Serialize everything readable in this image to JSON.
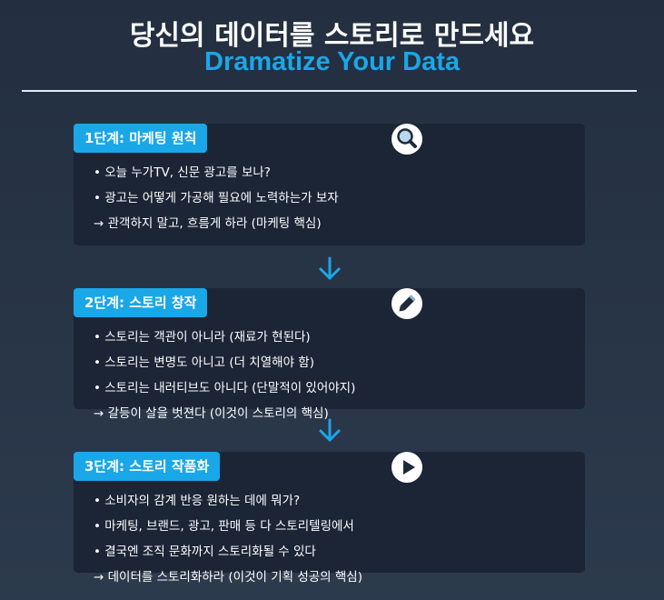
{
  "header": {
    "title_ko": "당신의 데이터를 스토리로 만드세요",
    "title_en": "Dramatize Your Data"
  },
  "steps": [
    {
      "badge": "1단계: 마케팅 원칙",
      "icon": "magnifier-icon",
      "lines": [
        "• 오늘 누가TV, 신문 광고를 보나?",
        "• 광고는 어떻게 가공해 필요에 노력하는가 보자",
        "→ 관객하지 말고, 흐름게 하라 (마케팅 핵심)"
      ]
    },
    {
      "badge": "2단계: 스토리 창작",
      "icon": "pencil-icon",
      "lines": [
        "• 스토리는 객관이 아니라 (재료가 현된다)",
        "• 스토리는 변명도 아니고 (더 치열해야 함)",
        "• 스토리는 내러티브도 아니다 (단말적이 있어야지)",
        "→ 갈등이 살을 벗젼다 (이것이 스토리의 핵심)"
      ]
    },
    {
      "badge": "3단계: 스토리 작품화",
      "icon": "play-icon",
      "lines": [
        "• 소비자의 감계 반응 원하는 데에 뭐가?",
        "• 마케팅, 브랜드, 광고, 판매 등 다 스토리텔링에서",
        "• 결국엔 조직 문화까지 스토리화될 수 있다",
        "→ 데이터를 스토리화하라 (이것이 기획 성공의 핵심)"
      ]
    }
  ],
  "colors": {
    "accent": "#1aa7e8",
    "card": "#1b2536",
    "background": "#2a3749"
  }
}
